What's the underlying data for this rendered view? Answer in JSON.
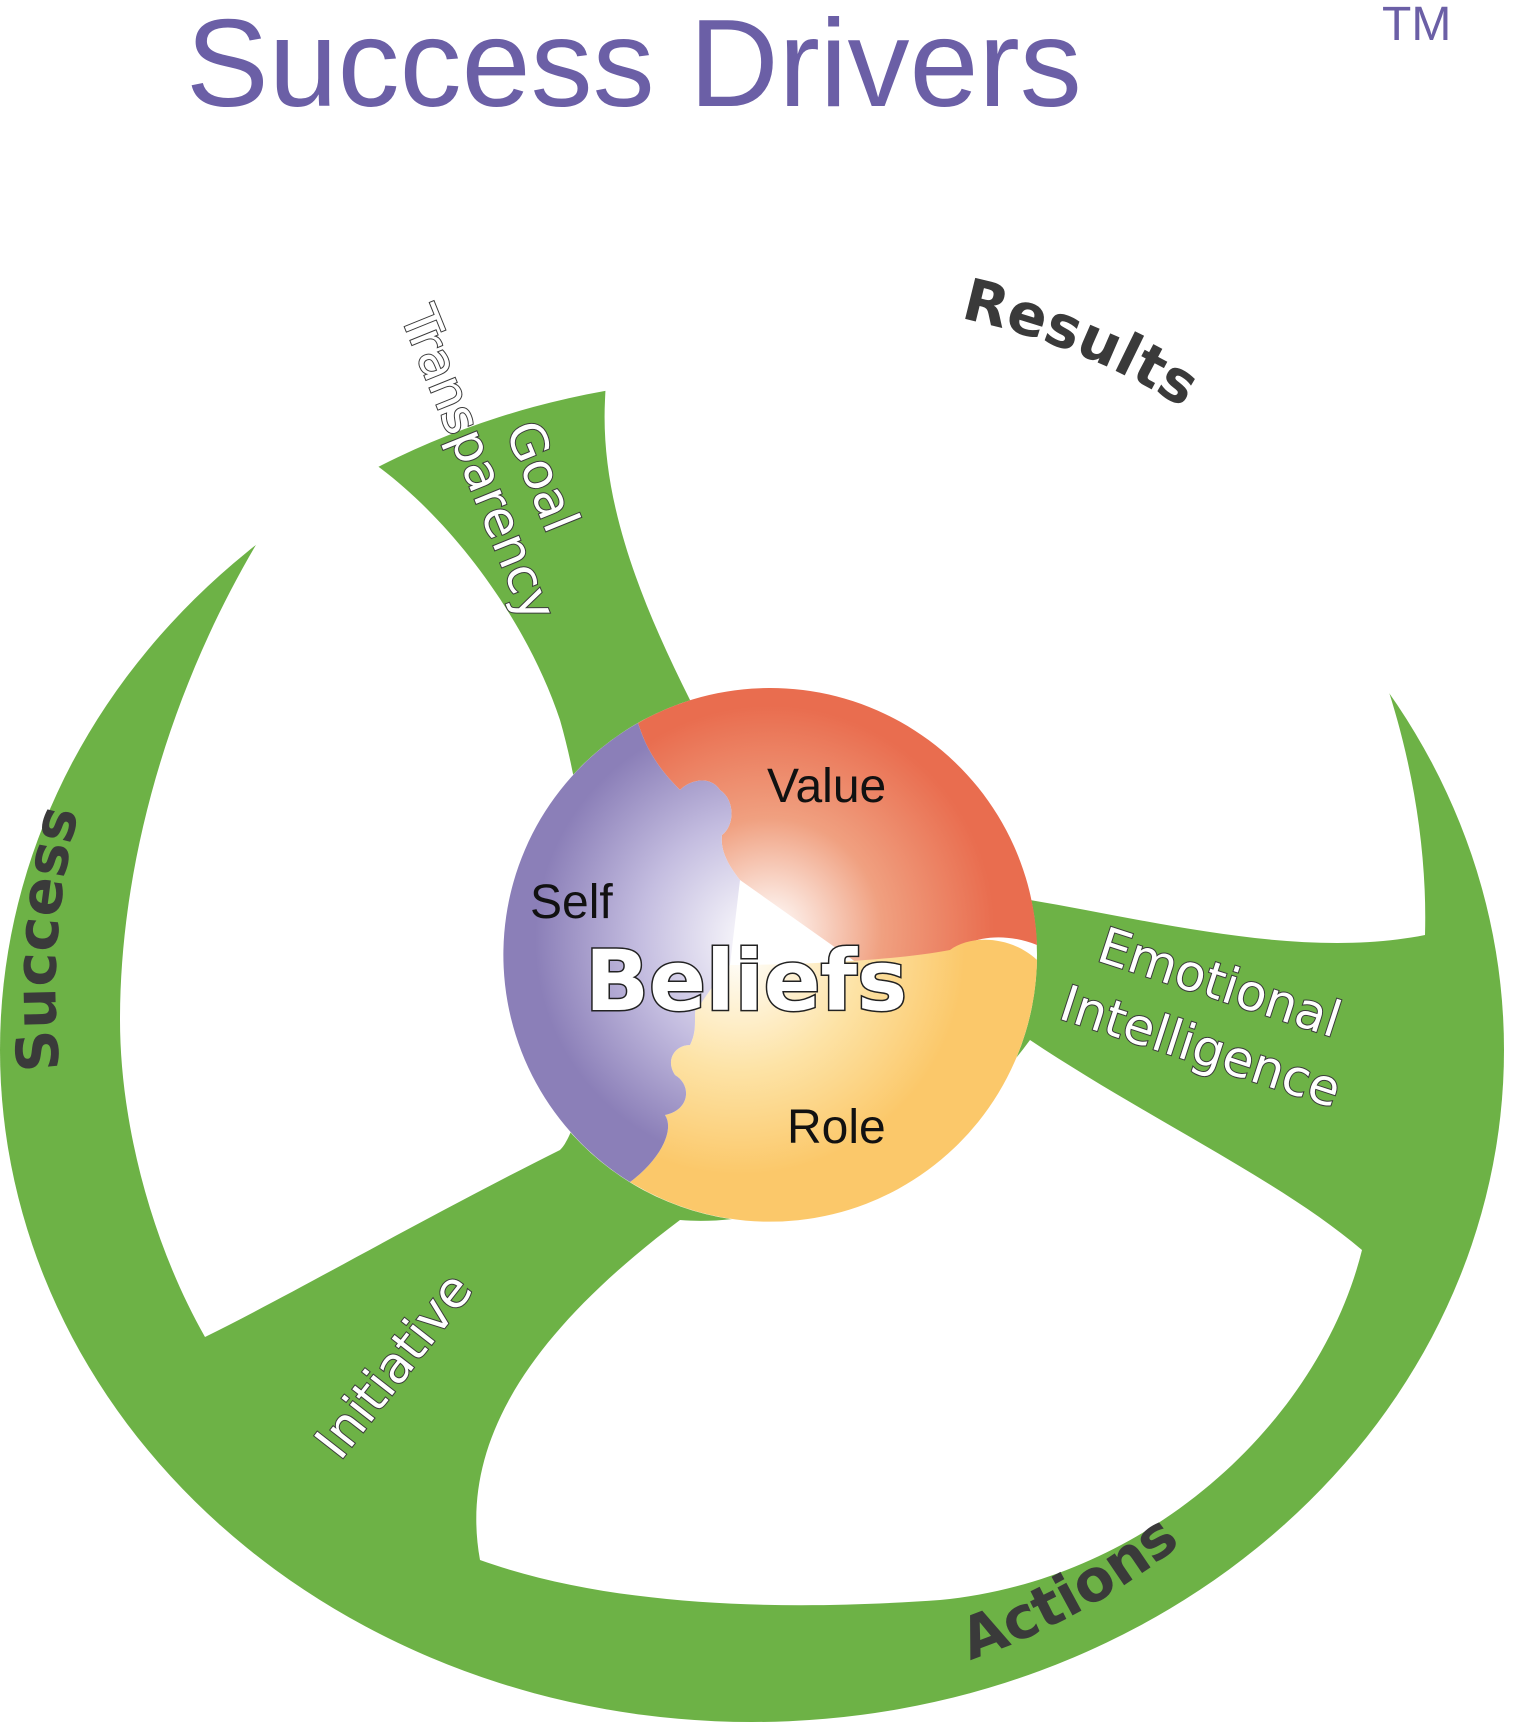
{
  "title": "Success Drivers",
  "trademark": "TM",
  "colors": {
    "title": "#6b5fa6",
    "wheel": "#6db246",
    "rim_text": "#3a3a3a",
    "self": "#8b7fb8",
    "value": "#e96d4f",
    "role": "#fbc86a"
  },
  "rim_labels": {
    "results": "Results",
    "success": "Success",
    "actions": "Actions"
  },
  "spoke_labels": {
    "goal": "Goal",
    "transparency": "Transparency",
    "emotional": "Emotional",
    "intelligence": "Intelligence",
    "initiative": "Initiative"
  },
  "hub": {
    "self": "Self",
    "value": "Value",
    "role": "Role",
    "core": "Beliefs"
  }
}
